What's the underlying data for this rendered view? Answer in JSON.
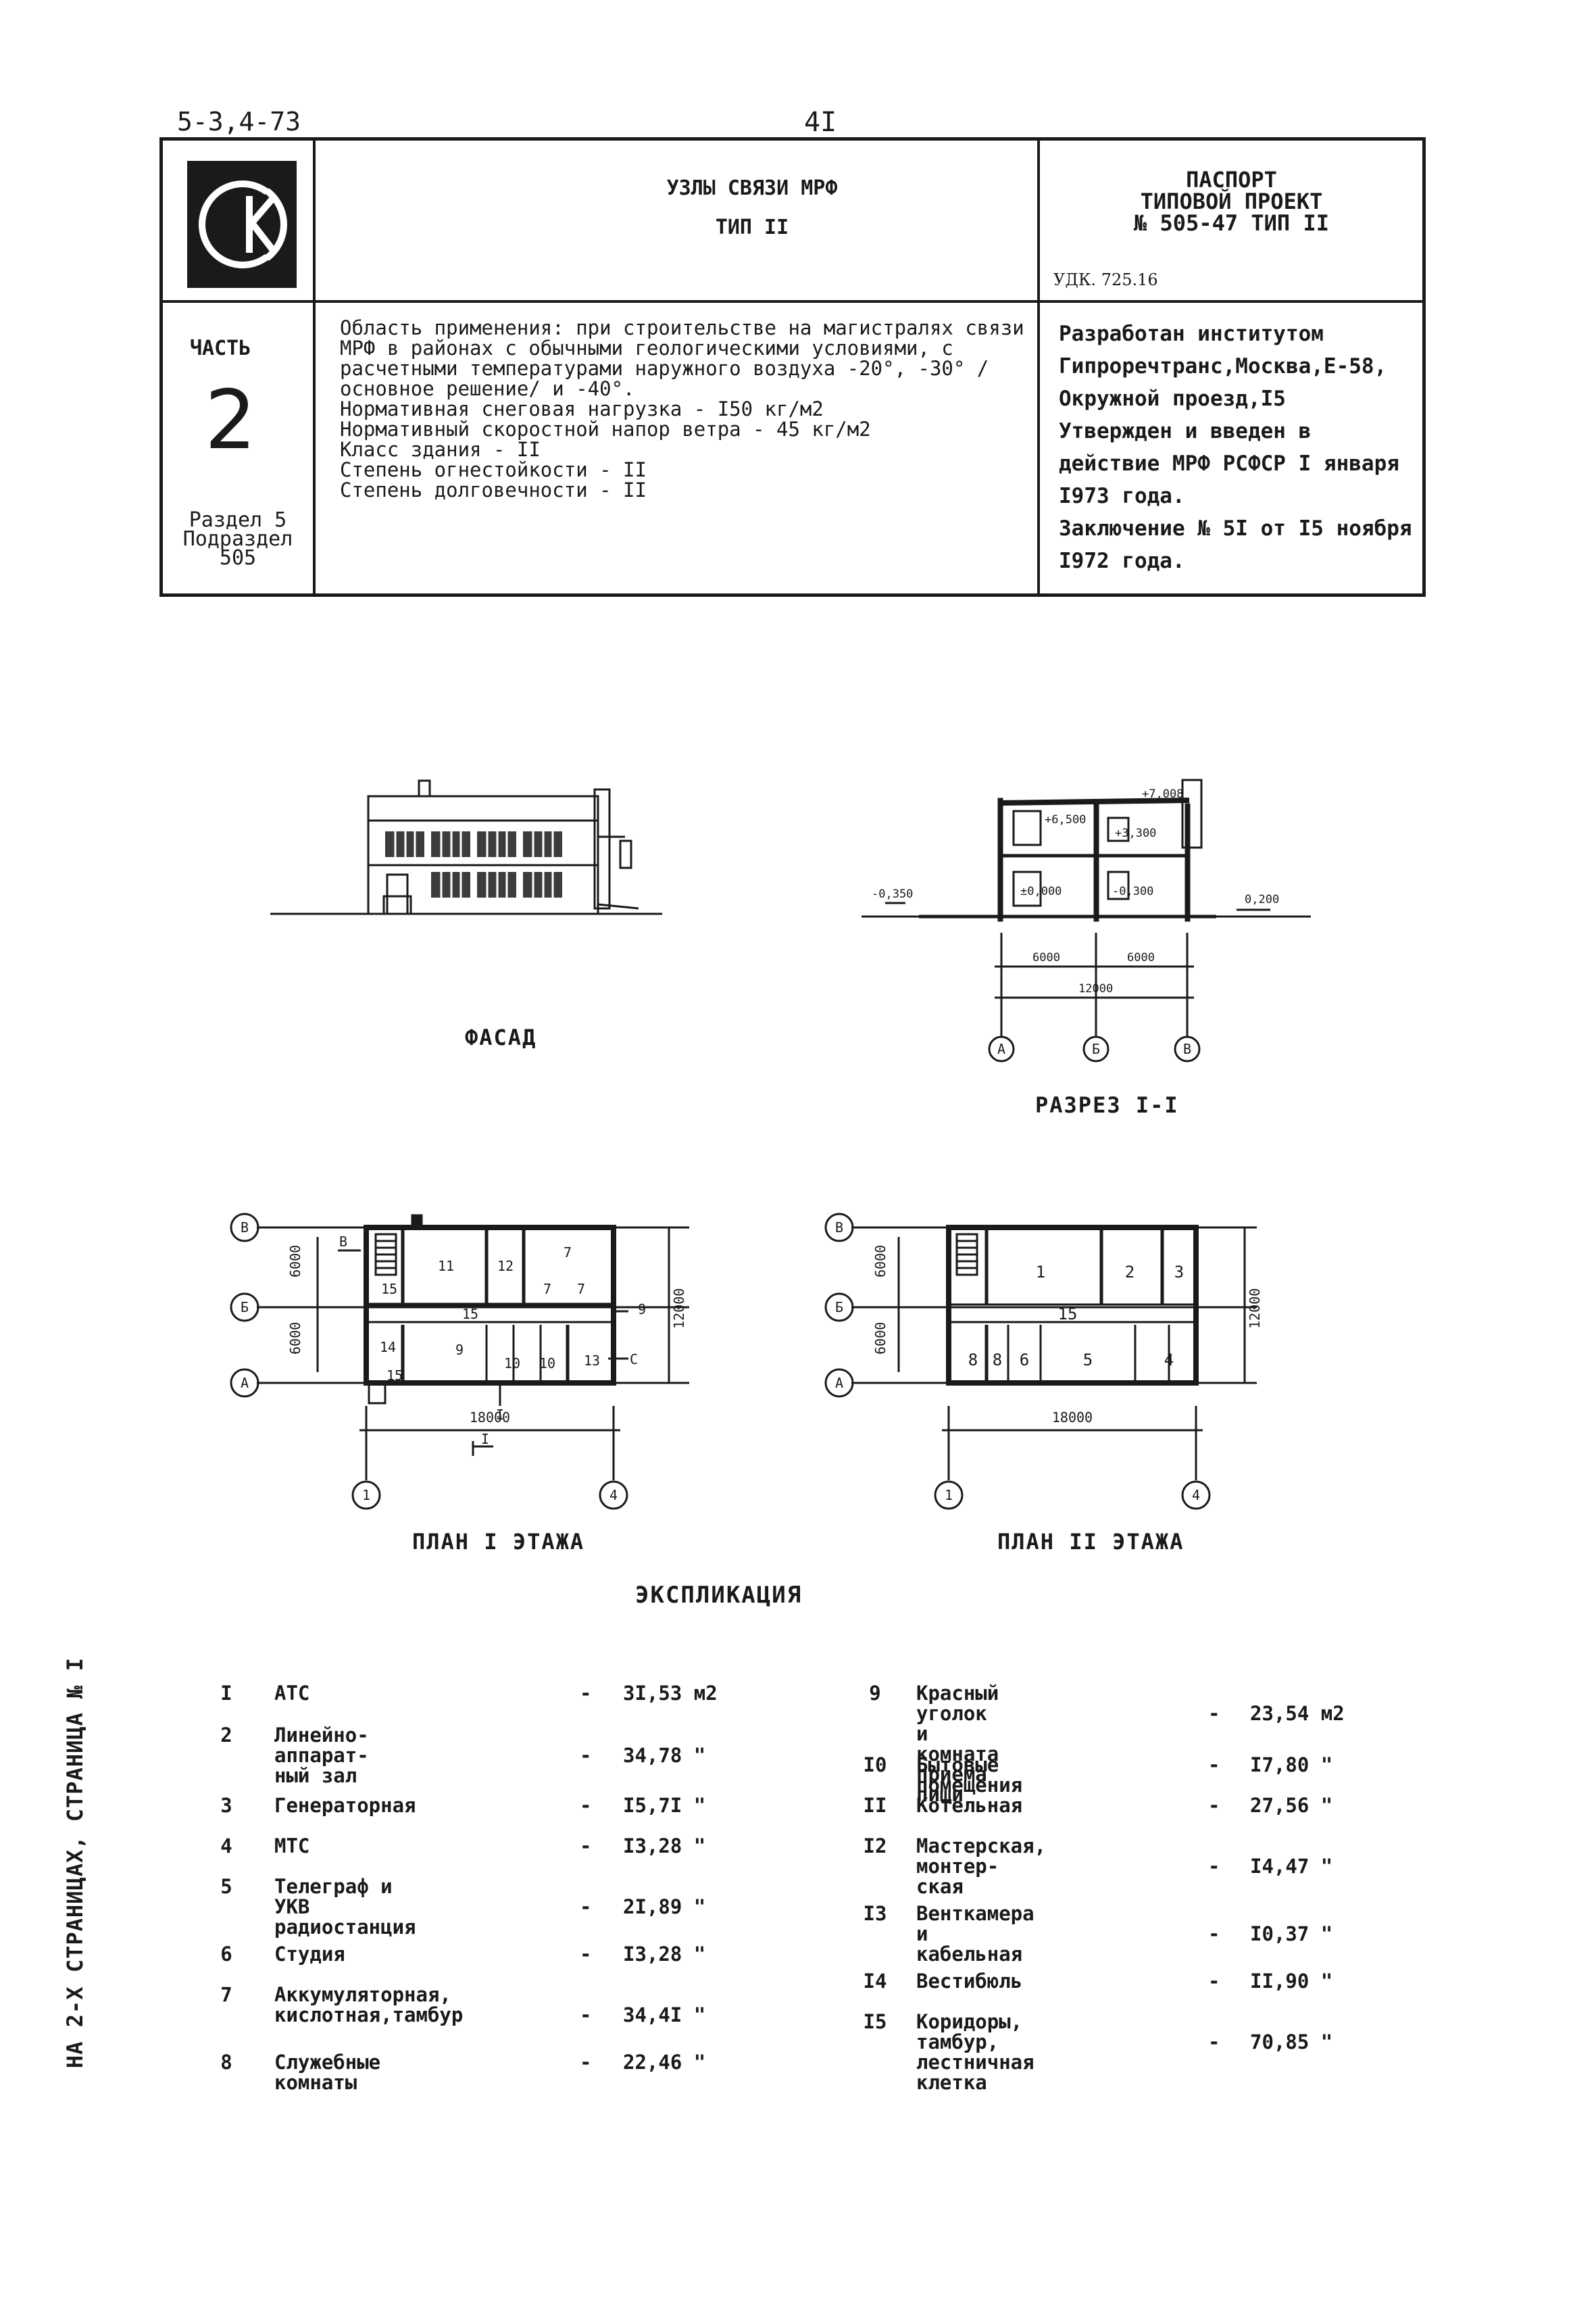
{
  "header": {
    "doc_number": "5-3,4-73",
    "page_number": "4I"
  },
  "passport": {
    "title_lines": [
      "УЗЛЫ СВЯЗИ МРФ",
      "ТИП II"
    ],
    "right_lines": [
      "ПАСПОРТ",
      "ТИПОВОЙ ПРОЕКТ",
      "№ 505-47 ТИП II"
    ],
    "udk": "УДК. 725.16",
    "part_label": "ЧАСТЬ",
    "part_number": "2",
    "section_lines": [
      "Раздел 5",
      "Подраздел",
      "505"
    ],
    "application": "Область применения: при строительстве на магистралях связи МРФ в районах с обычными геологическими условиями, с расчетными температурами наружного воздуха -20°, -30° /основное решение/ и -40°.\nНормативная снеговая нагрузка - I50 кг/м2\nНормативный скоростной напор ветра - 45 кг/м2\nКласс здания - II\nСтепень огнестойкости - II\nСтепень долговечности - II",
    "developer": "Разработан институтом Гипроречтранс,Москва,Е-58, Окружной проезд,I5\nУтвержден и введен в действие МРФ РСФСР I января I973 года.\nЗаключение № 5I от I5 ноября I972 года."
  },
  "drawings": {
    "facade_caption": "ФАСАД",
    "section_caption": "РАЗРЕЗ I-I",
    "plan1_caption": "ПЛАН I ЭТАЖА",
    "plan2_caption": "ПЛАН II ЭТАЖА",
    "section_marks": [
      "+6,500",
      "+3,300",
      "±0,000",
      "-0,300",
      "-0,350",
      "0,200",
      "+7,008"
    ],
    "dims": [
      "6000",
      "6000",
      "12000",
      "18000"
    ],
    "axes_letters": [
      "А",
      "Б",
      "В"
    ],
    "axes_numbers": [
      "1",
      "4"
    ],
    "plan1_rooms": [
      "11",
      "12",
      "7",
      "7",
      "7",
      "15",
      "15",
      "14",
      "9",
      "10",
      "10",
      "13",
      "15"
    ],
    "plan2_rooms": [
      "1",
      "2",
      "3",
      "15",
      "8",
      "8",
      "6",
      "5",
      "4"
    ],
    "plan1_labels": [
      "В",
      "С",
      "9",
      "I",
      "I"
    ]
  },
  "explication": {
    "title": "ЭКСПЛИКАЦИЯ",
    "left": [
      {
        "num": "I",
        "name": "АТС",
        "value": "3I,53 м2"
      },
      {
        "num": "2",
        "name": "Линейно-аппарат-\nный зал",
        "value": "34,78 \""
      },
      {
        "num": "3",
        "name": "Генераторная",
        "value": "I5,7I \""
      },
      {
        "num": "4",
        "name": "МТС",
        "value": "I3,28 \""
      },
      {
        "num": "5",
        "name": "Телеграф и УКВ\nрадиостанция",
        "value": "2I,89 \""
      },
      {
        "num": "6",
        "name": "Студия",
        "value": "I3,28 \""
      },
      {
        "num": "7",
        "name": "Аккумуляторная,\nкислотная,тамбур",
        "value": "34,4I \""
      },
      {
        "num": "8",
        "name": "Служебные комнаты",
        "value": "22,46 \""
      }
    ],
    "right": [
      {
        "num": "9",
        "name": "Красный уголок и\nкомната приема пищи",
        "value": "23,54 м2"
      },
      {
        "num": "I0",
        "name": "Бытовые помещения",
        "value": "I7,80 \""
      },
      {
        "num": "II",
        "name": "Котельная",
        "value": "27,56 \""
      },
      {
        "num": "I2",
        "name": "Мастерская, монтер-\nская",
        "value": "I4,47 \""
      },
      {
        "num": "I3",
        "name": "Венткамера и\nкабельная",
        "value": "I0,37 \""
      },
      {
        "num": "I4",
        "name": "Вестибюль",
        "value": "II,90 \""
      },
      {
        "num": "I5",
        "name": "Коридоры, тамбур,\nлестничная клетка",
        "value": "70,85 \""
      }
    ],
    "dash": "-"
  },
  "side_note": "НА 2-Х СТРАНИЦАХ,      СТРАНИЦА № I"
}
